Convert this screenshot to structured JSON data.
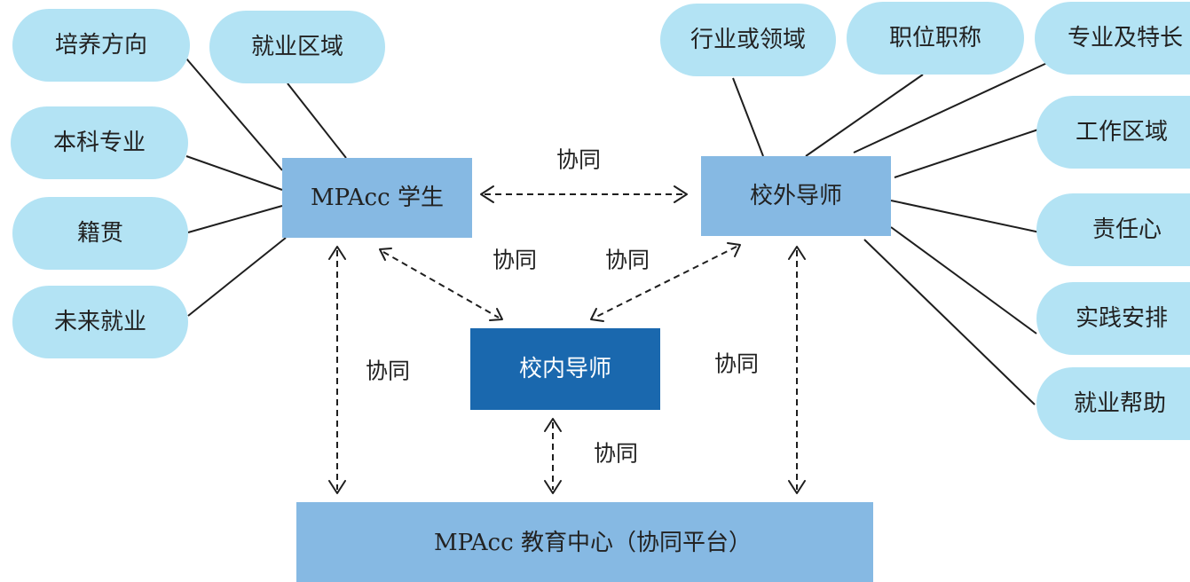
{
  "colors": {
    "pill": "#b3e3f4",
    "box_light": "#86b9e3",
    "box_dark": "#1a68ae",
    "line": "#1e1e1e"
  },
  "student": {
    "title": "MPAcc 学生",
    "attributes": [
      "培养方向",
      "就业区域",
      "本科专业",
      "籍贯",
      "未来就业"
    ]
  },
  "external_mentor": {
    "title": "校外导师",
    "attributes": [
      "行业或领域",
      "职位职称",
      "专业及特长",
      "工作区域",
      "责任心",
      "实践安排",
      "就业帮助"
    ]
  },
  "internal_mentor": {
    "title": "校内导师"
  },
  "center": {
    "title": "MPAcc 教育中心（协同平台）"
  },
  "relations": {
    "student_external": "协同",
    "student_internal": "协同",
    "external_internal": "协同",
    "student_center": "协同",
    "internal_center": "协同",
    "external_center": "协同"
  }
}
